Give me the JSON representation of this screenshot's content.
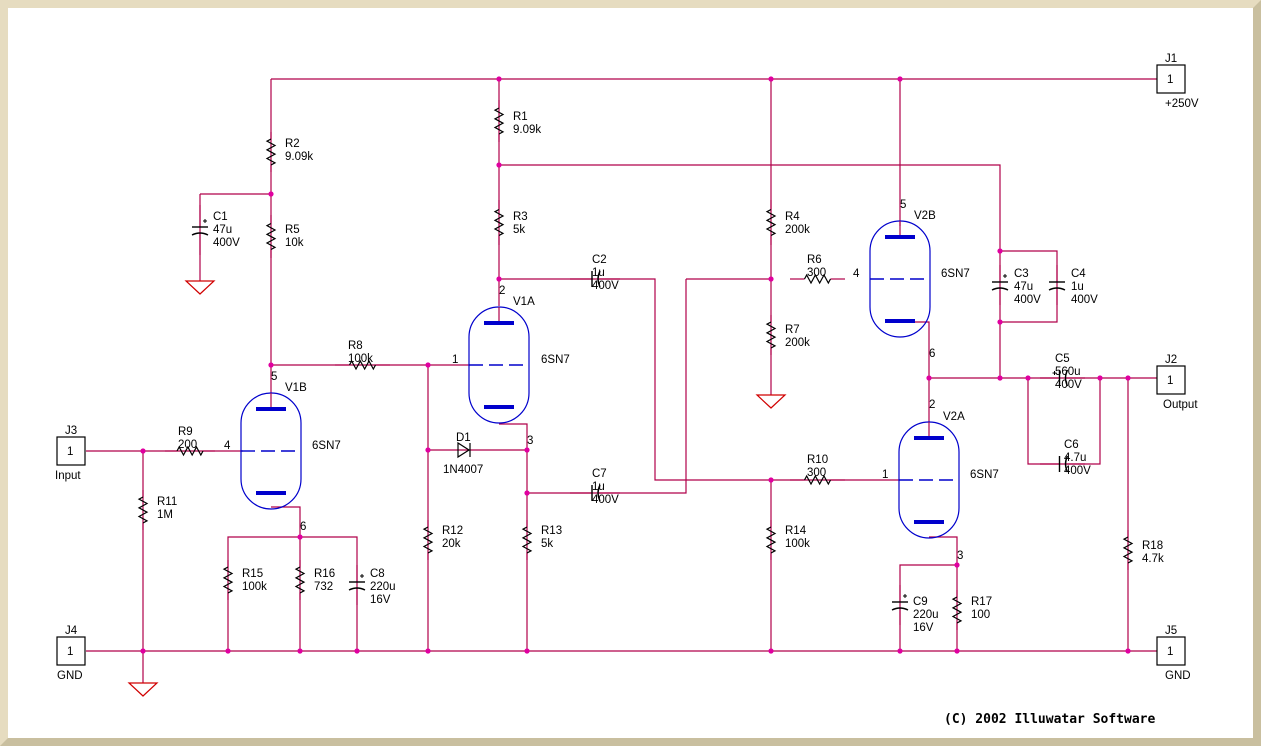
{
  "title": "",
  "copyright": "(C) 2002 Illuwatar Software",
  "colors": {
    "wire": "#b0004a",
    "comp": "#000000",
    "tube": "#0000cc",
    "node": "#e000a0",
    "ground": "#d00000",
    "frame": "#e6dcc0"
  },
  "connectors": [
    {
      "id": "J1",
      "pin": "1",
      "label": "+250V"
    },
    {
      "id": "J2",
      "pin": "1",
      "label": "Output"
    },
    {
      "id": "J3",
      "pin": "1",
      "label": "Input"
    },
    {
      "id": "J4",
      "pin": "1",
      "label": "GND"
    },
    {
      "id": "J5",
      "pin": "1",
      "label": "GND"
    }
  ],
  "resistors": [
    {
      "id": "R1",
      "value": "9.09k"
    },
    {
      "id": "R2",
      "value": "9.09k"
    },
    {
      "id": "R3",
      "value": "5k"
    },
    {
      "id": "R4",
      "value": "200k"
    },
    {
      "id": "R5",
      "value": "10k"
    },
    {
      "id": "R6",
      "value": "300"
    },
    {
      "id": "R7",
      "value": "200k"
    },
    {
      "id": "R8",
      "value": "100k"
    },
    {
      "id": "R9",
      "value": "200"
    },
    {
      "id": "R10",
      "value": "300"
    },
    {
      "id": "R11",
      "value": "1M"
    },
    {
      "id": "R12",
      "value": "20k"
    },
    {
      "id": "R13",
      "value": "5k"
    },
    {
      "id": "R14",
      "value": "100k"
    },
    {
      "id": "R15",
      "value": "100k"
    },
    {
      "id": "R16",
      "value": "732"
    },
    {
      "id": "R17",
      "value": "100"
    },
    {
      "id": "R18",
      "value": "4.7k"
    }
  ],
  "capacitors": [
    {
      "id": "C1",
      "value": "47u",
      "voltage": "400V"
    },
    {
      "id": "C2",
      "value": "1u",
      "voltage": "400V"
    },
    {
      "id": "C3",
      "value": "47u",
      "voltage": "400V"
    },
    {
      "id": "C4",
      "value": "1u",
      "voltage": "400V"
    },
    {
      "id": "C5",
      "value": "560u",
      "voltage": "400V"
    },
    {
      "id": "C6",
      "value": "4.7u",
      "voltage": "400V"
    },
    {
      "id": "C7",
      "value": "1u",
      "voltage": "400V"
    },
    {
      "id": "C8",
      "value": "220u",
      "voltage": "16V"
    },
    {
      "id": "C9",
      "value": "220u",
      "voltage": "16V"
    }
  ],
  "diode": {
    "id": "D1",
    "part": "1N4007"
  },
  "tubes": [
    {
      "id": "V1A",
      "part": "6SN7",
      "pins": [
        "2",
        "1",
        "3"
      ]
    },
    {
      "id": "V1B",
      "part": "6SN7",
      "pins": [
        "5",
        "4",
        "6"
      ]
    },
    {
      "id": "V2A",
      "part": "6SN7",
      "pins": [
        "2",
        "1",
        "3"
      ]
    },
    {
      "id": "V2B",
      "part": "6SN7",
      "pins": [
        "5",
        "4",
        "6"
      ]
    }
  ]
}
